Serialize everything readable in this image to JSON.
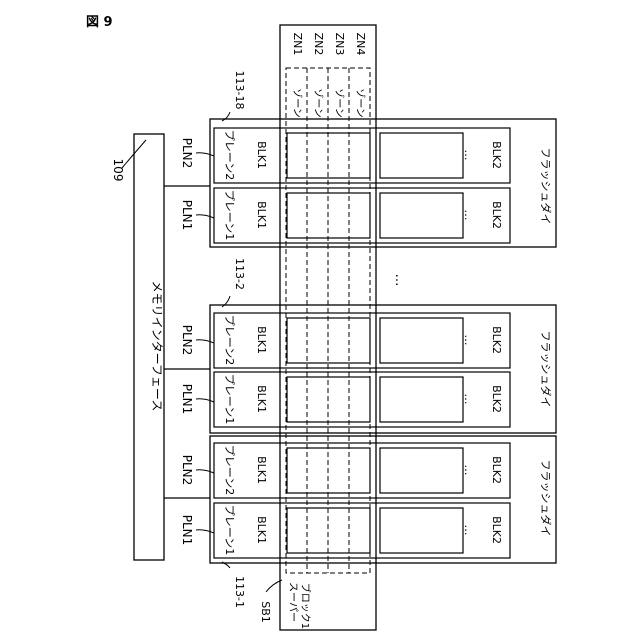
{
  "figure_label": "図 9",
  "memory_interface": {
    "ref": "109",
    "label": "メモリインターフェース"
  },
  "super_block": {
    "ref": "SB1",
    "label_line1": "スーパー",
    "label_line2": "ブロック1"
  },
  "zones": [
    {
      "id": "ZN1",
      "label": "ゾーン"
    },
    {
      "id": "ZN2",
      "label": "ゾーン"
    },
    {
      "id": "ZN3",
      "label": "ゾーン"
    },
    {
      "id": "ZN4",
      "label": "ゾーン"
    }
  ],
  "dies": [
    {
      "ref": "113-18",
      "label": "フラッシュダイ",
      "planes": [
        {
          "ref": "PLN2",
          "label": "プレーン2",
          "block1": "BLK1",
          "block2": "BLK2",
          "ellipsis": "…"
        },
        {
          "ref": "PLN1",
          "label": "プレーン1",
          "block1": "BLK1",
          "block2": "BLK2",
          "ellipsis": "…"
        }
      ]
    },
    {
      "ref": "113-2",
      "label": "フラッシュダイ",
      "planes": [
        {
          "ref": "PLN2",
          "label": "プレーン2",
          "block1": "BLK1",
          "block2": "BLK2",
          "ellipsis": "…"
        },
        {
          "ref": "PLN1",
          "label": "プレーン1",
          "block1": "BLK1",
          "block2": "BLK2",
          "ellipsis": "…"
        }
      ]
    },
    {
      "ref": "113-1",
      "label": "フラッシュダイ",
      "planes": [
        {
          "ref": "PLN2",
          "label": "プレーン2",
          "block1": "BLK1",
          "block2": "BLK2",
          "ellipsis": "…"
        },
        {
          "ref": "PLN1",
          "label": "プレーン1",
          "block1": "BLK1",
          "block2": "BLK2",
          "ellipsis": "…"
        }
      ]
    }
  ],
  "die_gap_ellipsis": "…"
}
